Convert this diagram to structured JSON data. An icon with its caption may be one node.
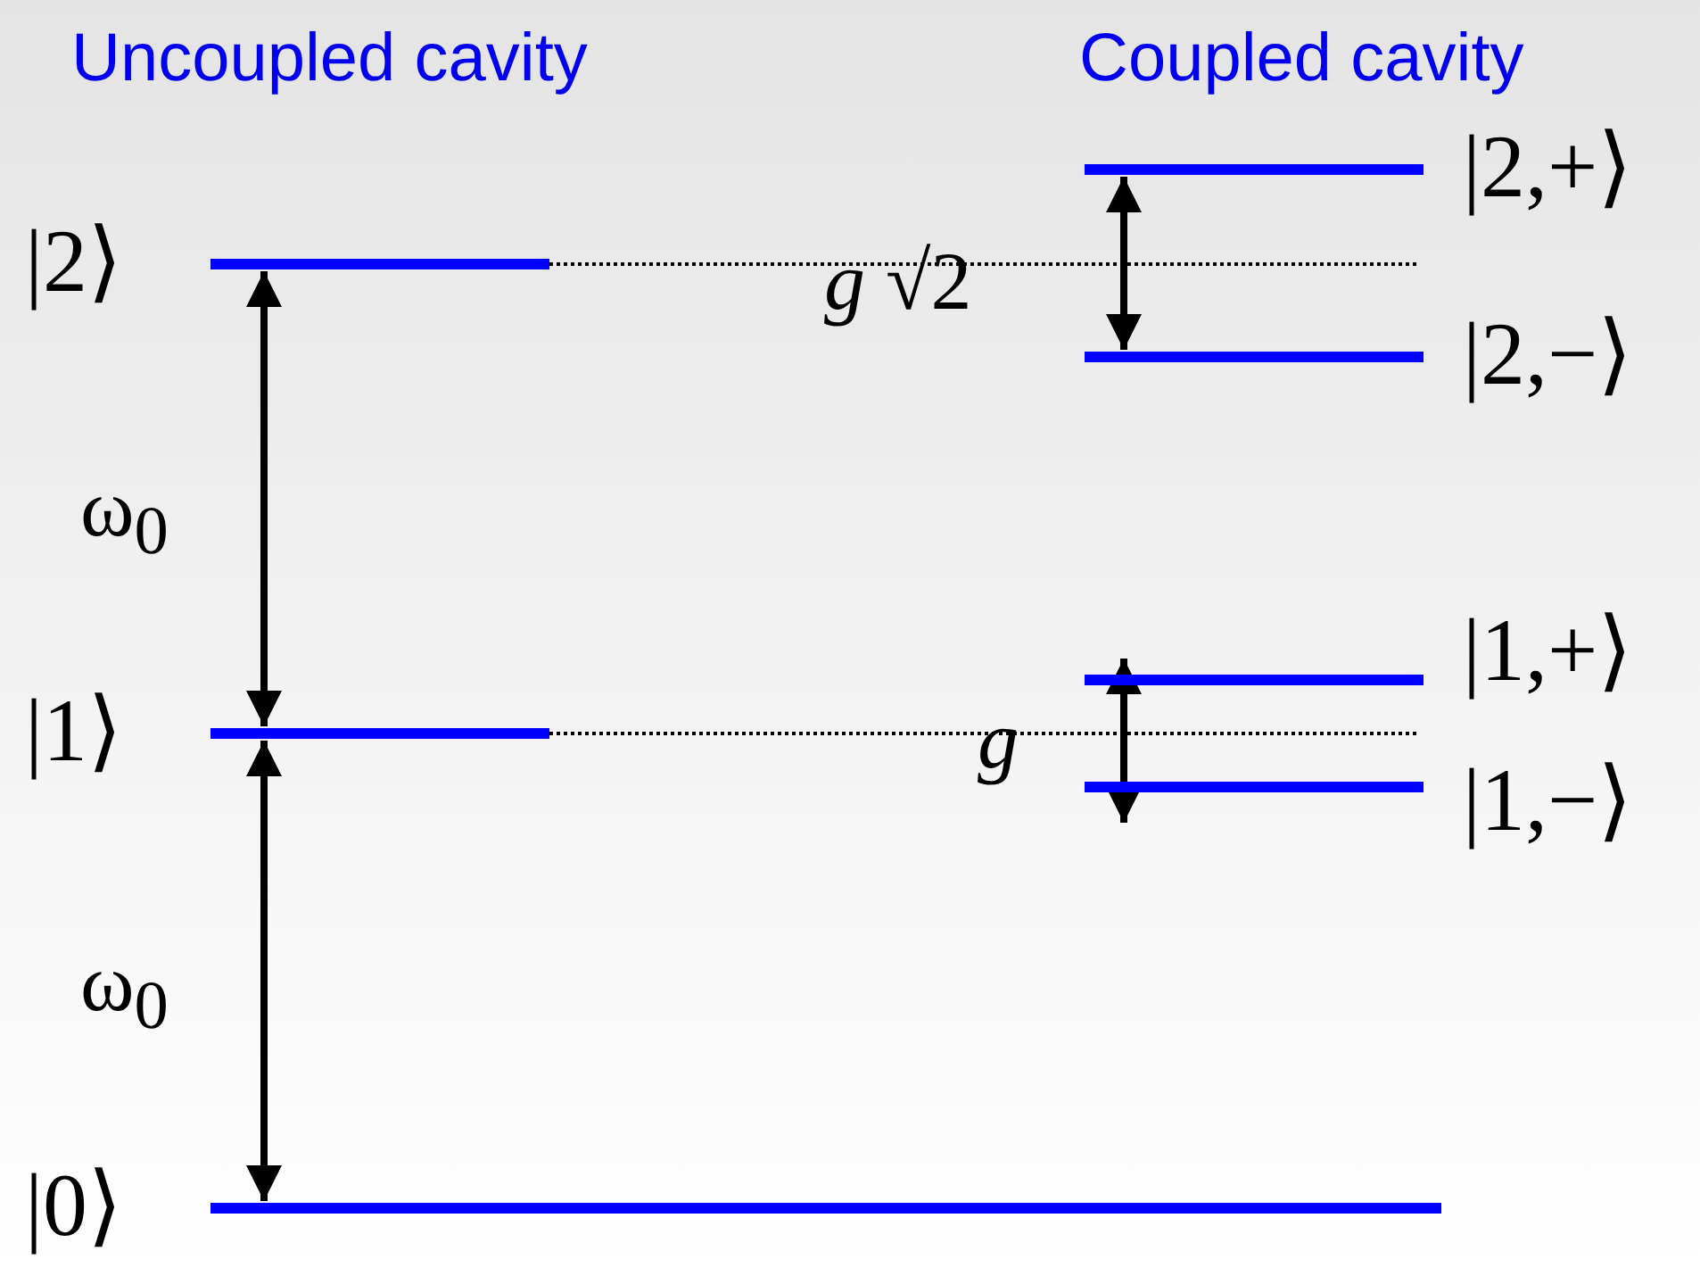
{
  "diagram": {
    "nodes": [
      {
        "text": [],
        "shape": "bar",
        "beside": [
          "|2⟩"
        ]
      },
      {
        "text": [],
        "shape": "bar",
        "beside": [
          "|1⟩"
        ]
      },
      {
        "text": [],
        "shape": "bar",
        "beside": [
          "|0⟩"
        ]
      },
      {
        "text": [],
        "shape": "bar",
        "beside": [
          "|2,+⟩"
        ]
      },
      {
        "text": [],
        "shape": "bar",
        "beside": [
          "|2,−⟩"
        ]
      },
      {
        "text": [],
        "shape": "bar",
        "beside": [
          "|1,+⟩"
        ]
      },
      {
        "text": [],
        "shape": "bar",
        "beside": [
          "|1,−⟩"
        ]
      }
    ],
    "edges": [
      {
        "from": 0,
        "to": 1,
        "arrow": "both"
      },
      {
        "from": 1,
        "to": 2,
        "arrow": "both"
      },
      {
        "from": 3,
        "to": 4,
        "arrow": "both"
      },
      {
        "from": 5,
        "to": 6,
        "arrow": "both"
      }
    ],
    "labels": [
      "Uncoupled cavity",
      "Coupled cavity",
      "*g* √2",
      "ω$_{0}$",
      "*g*",
      "ω$_{0}$"
    ]
  }
}
